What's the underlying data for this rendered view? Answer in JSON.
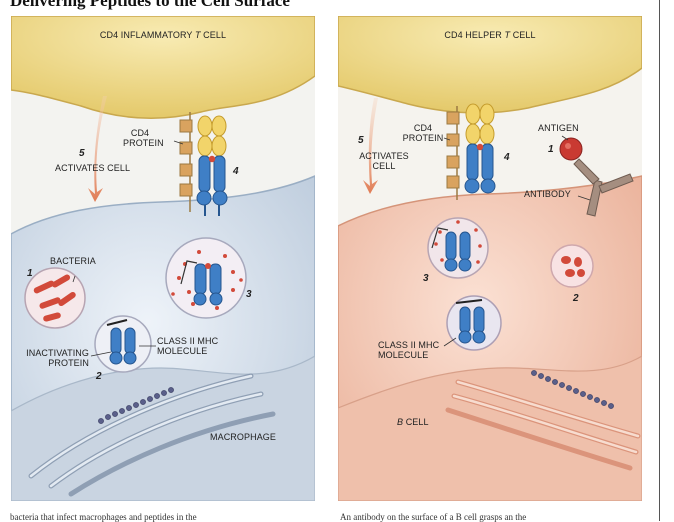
{
  "page_title": "Delivering Peptides to the Cell Surface",
  "left_panel": {
    "cell_top_prefix": "CD4 INFLAMMATORY ",
    "cell_top_italic": "T",
    "cell_top_suffix": " CELL",
    "cd4_protein_line1": "CD4",
    "cd4_protein_line2": "PROTEIN",
    "activates_cell": "ACTIVATES CELL",
    "bacteria": "BACTERIA",
    "inactivating_protein_line1": "INACTIVATING",
    "inactivating_protein_line2": "PROTEIN",
    "mhc_line1": "CLASS II MHC",
    "mhc_line2": "MOLECULE",
    "macrophage": "MACROPHAGE",
    "steps": [
      "1",
      "2",
      "3",
      "4",
      "5"
    ]
  },
  "right_panel": {
    "cell_top_prefix": "CD4 HELPER ",
    "cell_top_italic": "T",
    "cell_top_suffix": " CELL",
    "cd4_protein_line1": "CD4",
    "cd4_protein_line2": "PROTEIN",
    "activates_line1": "ACTIVATES",
    "activates_line2": "CELL",
    "antigen": "ANTIGEN",
    "antibody": "ANTIBODY",
    "mhc_line1": "CLASS II MHC",
    "mhc_line2": "MOLECULE",
    "b_cell_italic": "B",
    "b_cell_suffix": " CELL",
    "steps": [
      "1",
      "2",
      "3",
      "4",
      "5"
    ]
  },
  "captions": {
    "left": "bacteria that infect macrophages and peptides in the",
    "right": "An antibody on the surface of a B cell grasps an the"
  },
  "colors": {
    "t_cell": "#f1dd92",
    "macrophage": "#d6e1ee",
    "b_cell": "#f4c9b6",
    "mhc": "#3f7fc6",
    "cd4": "#e8c25a",
    "arrow": "#e07a52",
    "bacteria": "#d24a3a"
  }
}
